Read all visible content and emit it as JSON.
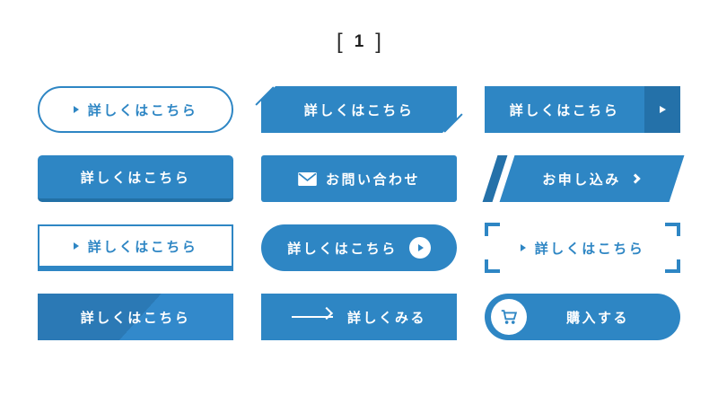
{
  "header": {
    "bracket_left": "[",
    "number": "1",
    "bracket_right": "]"
  },
  "colors": {
    "primary": "#2e86c4",
    "dark_accent": "#2471a9",
    "pressed_shadow": "#2270a6",
    "split_dark": "#2b79b5",
    "split_light": "#3289cb",
    "text_on_white": "#2e86c4",
    "text_on_blue": "#ffffff",
    "title_text": "#1f1f1f"
  },
  "buttons": {
    "outline_pill": {
      "label": "詳しくはこちら",
      "icon": "triangle-right-icon"
    },
    "slash_corners": {
      "label": "詳しくはこちら"
    },
    "arrow_strip": {
      "label": "詳しくはこちら",
      "icon": "triangle-right-icon"
    },
    "pressed_3d": {
      "label": "詳しくはこちら"
    },
    "contact": {
      "label": "お問い合わせ",
      "icon": "mail-icon"
    },
    "apply_skew": {
      "label": "お申し込み",
      "icon": "chevron-right-icon"
    },
    "outline_bottom_bar": {
      "label": "詳しくはこちら",
      "icon": "triangle-right-icon"
    },
    "pill_circle_arrow": {
      "label": "詳しくはこちら",
      "icon": "circle-arrow-icon"
    },
    "corner_brackets": {
      "label": "詳しくはこちら",
      "icon": "triangle-right-icon"
    },
    "diagonal_split": {
      "label": "詳しくはこちら"
    },
    "see_more_arrow": {
      "label": "詳しくみる",
      "icon": "long-arrow-icon"
    },
    "purchase": {
      "label": "購入する",
      "icon": "cart-icon"
    }
  }
}
